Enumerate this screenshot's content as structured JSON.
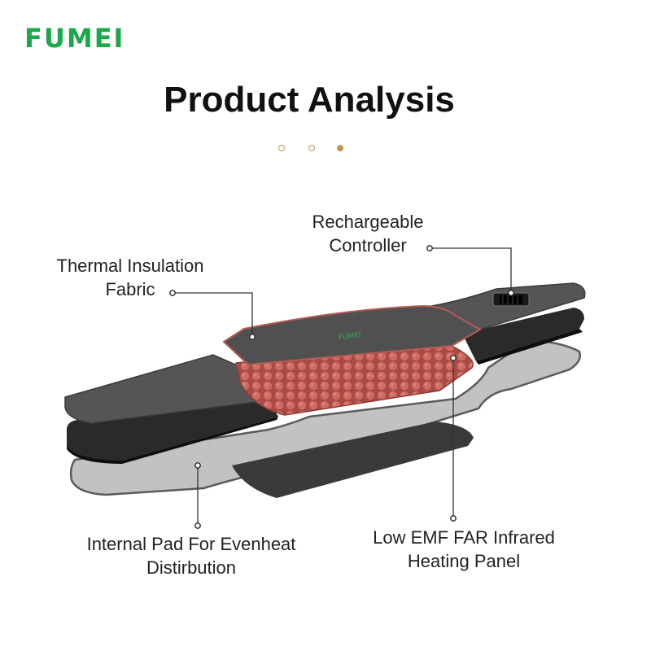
{
  "brand": {
    "logo_text": "FUMEI",
    "accent": "#1aa84a"
  },
  "header": {
    "title": "Product Analysis"
  },
  "carousel": {
    "dot_count": 3,
    "active_index": 2,
    "dot_color": "#c29552"
  },
  "product": {
    "printed_brand": "FUMEI"
  },
  "callouts": {
    "thermal": {
      "line1": "Thermal Insulation",
      "line2": "Fabric"
    },
    "recharge": {
      "line1": "Rechargeable",
      "line2": "Controller"
    },
    "internal": {
      "line1": "Internal Pad For Evenheat",
      "line2": "Distirbution"
    },
    "lowemf": {
      "line1": "Low EMF FAR Infrared",
      "line2": "Heating Panel"
    }
  }
}
